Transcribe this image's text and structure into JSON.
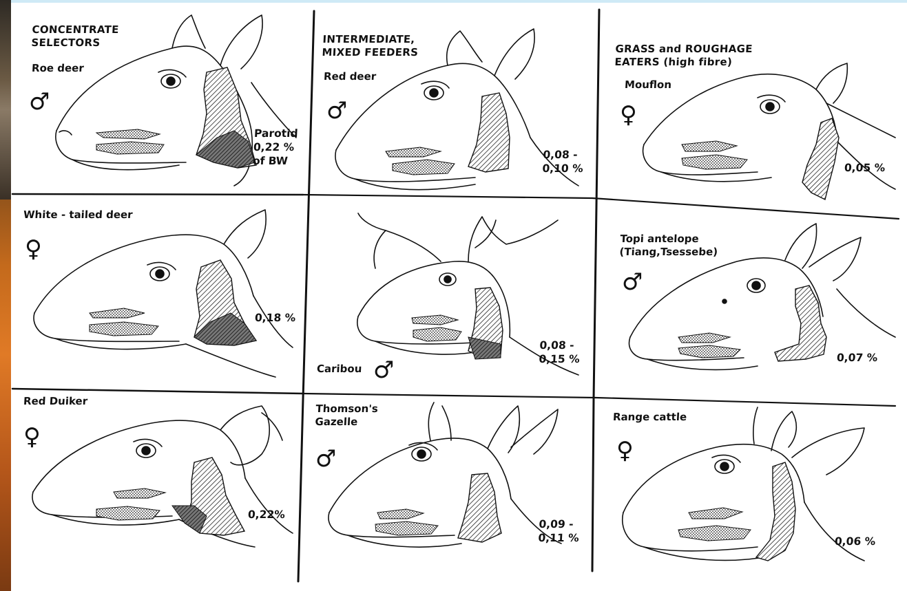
{
  "categories": {
    "concentrate": "CONCENTRATE\nSELECTORS",
    "intermediate": "INTERMEDIATE,\nMIXED FEEDERS",
    "grass": "GRASS and ROUGHAGE\nEATERS (high fibre)"
  },
  "animals": [
    {
      "name": "Roe deer",
      "sex": "♂",
      "value": "Parotid\n0,22 %\nof BW"
    },
    {
      "name": "Red deer",
      "sex": "♂",
      "value": "0,08 -\n0,10 %"
    },
    {
      "name": "Mouflon",
      "sex": "♀",
      "value": "0,05 %"
    },
    {
      "name": "White - tailed deer",
      "sex": "♀",
      "value": "0,18 %"
    },
    {
      "name": "Caribou",
      "sex": "♂",
      "value": "0,08 -\n0,15 %"
    },
    {
      "name": "Topi antelope\n(Tiang,Tsessebe)",
      "sex": "♂",
      "value": "0,07 %"
    },
    {
      "name": "Red Duiker",
      "sex": "♀",
      "value": "0,22%"
    },
    {
      "name": "Thomson's\nGazelle",
      "sex": "♂",
      "value": "0,09 -\n0,11 %"
    },
    {
      "name": "Range cattle",
      "sex": "♀",
      "value": "0,06 %"
    }
  ]
}
